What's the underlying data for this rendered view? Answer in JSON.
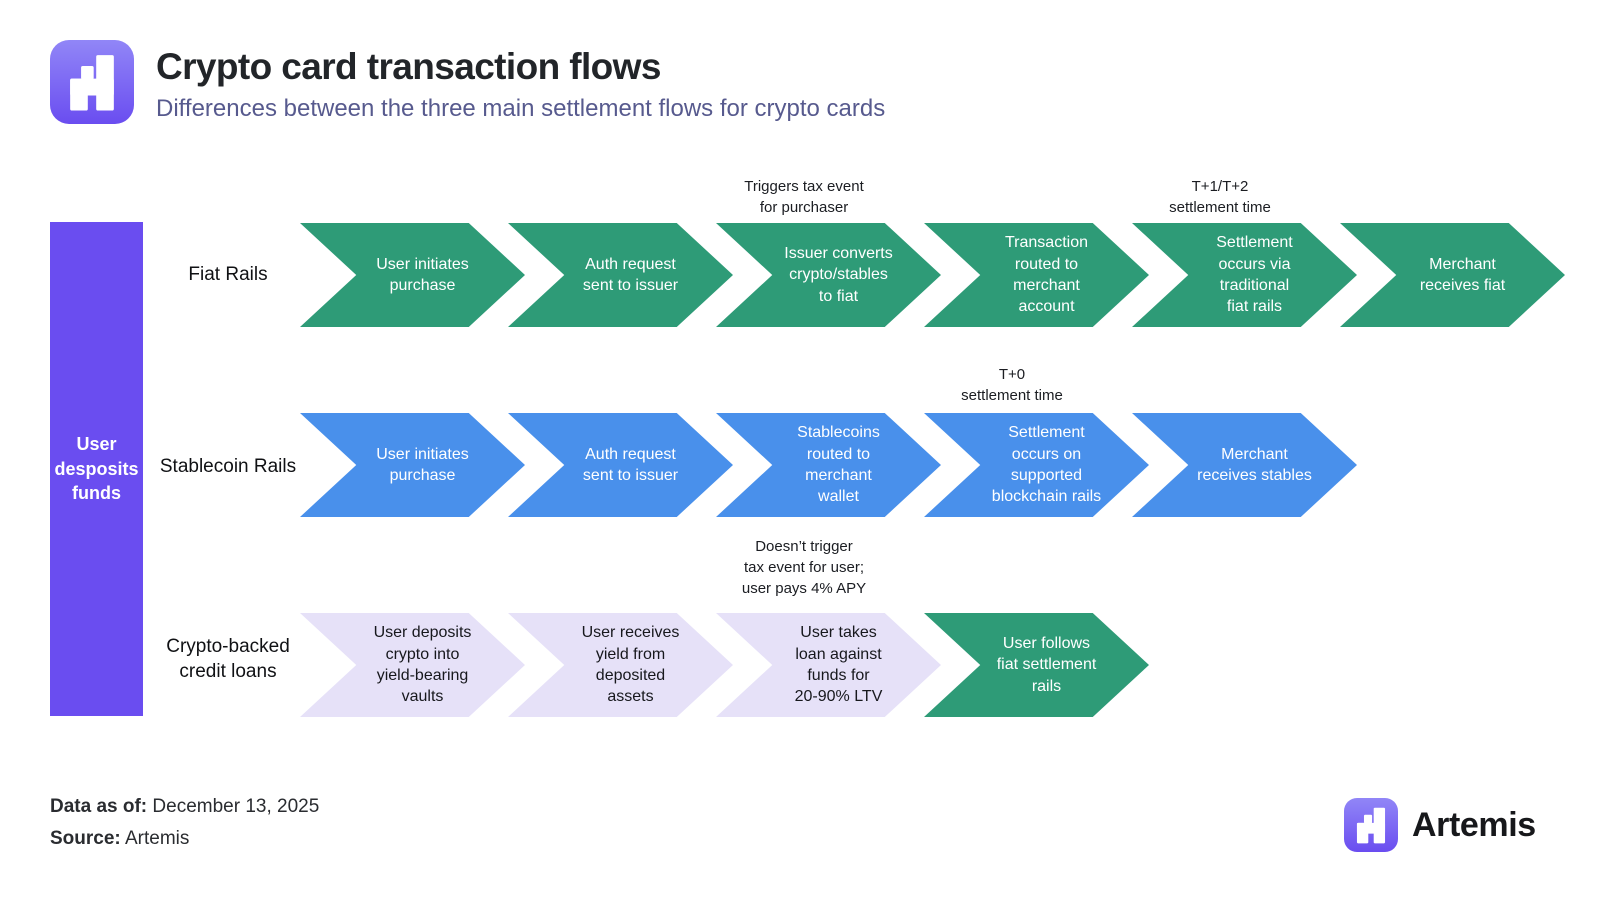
{
  "header": {
    "title": "Crypto card transaction flows",
    "subtitle": "Differences between the three main settlement flows for crypto cards"
  },
  "deposit_box": {
    "label": "User\ndesposits\nfunds"
  },
  "flows": {
    "fiat": {
      "label": "Fiat Rails",
      "steps": [
        "User initiates\npurchase",
        "Auth request\nsent to issuer",
        "Issuer converts\ncrypto/stables\nto fiat",
        "Transaction\nrouted to\nmerchant\naccount",
        "Settlement\noccurs via\ntraditional\nfiat rails",
        "Merchant\nreceives fiat"
      ],
      "annotations": [
        "Triggers tax event\nfor purchaser",
        "T+1/T+2\nsettlement time"
      ]
    },
    "stablecoin": {
      "label": "Stablecoin Rails",
      "steps": [
        "User initiates\npurchase",
        "Auth request\nsent to issuer",
        "Stablecoins\nrouted to\nmerchant\nwallet",
        "Settlement\noccurs on\nsupported\nblockchain rails",
        "Merchant\nreceives stables"
      ],
      "annotations": [
        "T+0\nsettlement time"
      ]
    },
    "credit": {
      "label": "Crypto-backed\ncredit loans",
      "steps": [
        "User deposits\ncrypto into\nyield-bearing\nvaults",
        "User receives\nyield from\ndeposited\nassets",
        "User takes\nloan against\nfunds for\n20-90% LTV",
        "User follows\nfiat settlement\nrails"
      ],
      "annotations": [
        "Doesn’t trigger\ntax event for user;\nuser pays 4% APY"
      ]
    }
  },
  "footer": {
    "data_as_of_label": "Data as of:",
    "data_as_of_value": " December 13, 2025",
    "source_label": "Source:",
    "source_value": " Artemis",
    "brand": "Artemis"
  },
  "colors": {
    "green": "#2E9B77",
    "blue": "#4990EB",
    "lavender": "#E6E1F8",
    "purple": "#6A4DF0",
    "purple_gradient_top": "#9186F7",
    "title_text": "#222529",
    "subtitle_text": "#575A8E"
  }
}
